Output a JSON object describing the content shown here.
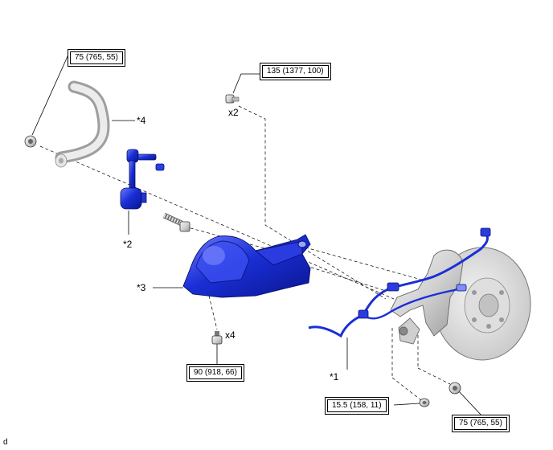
{
  "torque_specs": {
    "stabilizer_nut": "75 (765, 55)",
    "upper_bolt": "135 (1377, 100)",
    "lower_bolt": "90 (918, 66)",
    "sensor_nut": "15.5 (158, 11)",
    "knuckle_nut": "75 (765, 55)"
  },
  "quantities": {
    "upper_bolt": "x2",
    "lower_bolt": "x4"
  },
  "callouts": {
    "one": "*1",
    "two": "*2",
    "three": "*3",
    "four": "*4"
  },
  "corner_mark": "d",
  "colors": {
    "part_blue": "#1a2fd6",
    "steel_grey": "#d4d4d4",
    "line": "#000000"
  }
}
